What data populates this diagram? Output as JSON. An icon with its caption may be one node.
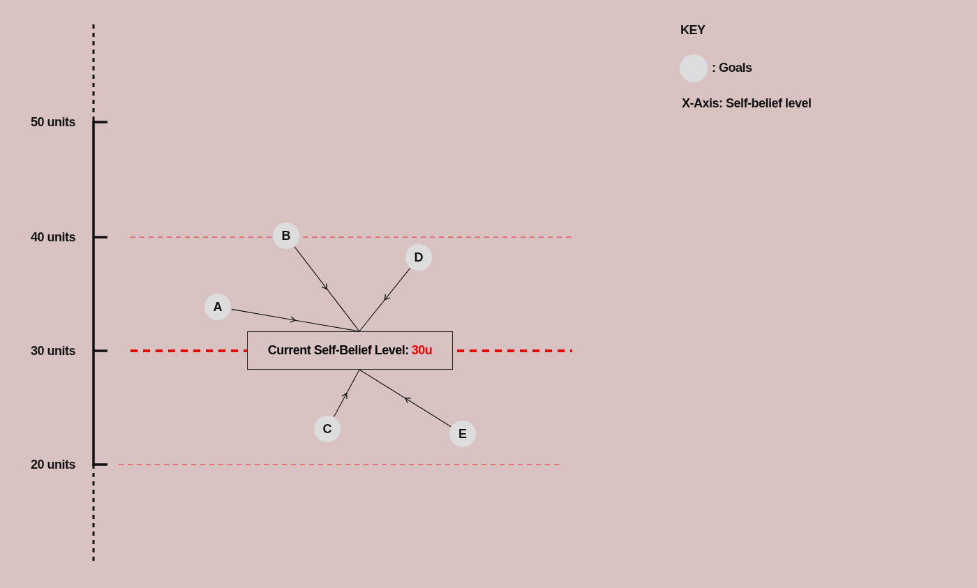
{
  "diagram": {
    "nodes": [
      {
        "text": [
          "Current Self-Belief Level:",
          "30u"
        ]
      },
      {
        "text": [
          "B"
        ]
      },
      {
        "text": [
          "D"
        ]
      },
      {
        "text": [
          "A"
        ]
      },
      {
        "text": [
          "C"
        ]
      },
      {
        "text": [
          "E"
        ]
      }
    ],
    "edges": [
      {
        "from": 1,
        "to": 0,
        "arrow": "to"
      },
      {
        "from": 2,
        "to": 0,
        "arrow": "to"
      },
      {
        "from": 3,
        "to": 0,
        "arrow": "to"
      },
      {
        "from": 4,
        "to": 0,
        "arrow": "to"
      },
      {
        "from": 5,
        "to": 0,
        "arrow": "to"
      }
    ],
    "labels": [
      "KEY",
      "X-Axis: Self-belief level",
      "50 units",
      "40 units",
      "30 units",
      "20 units"
    ],
    "legend": [
      {
        "text": ": Goals",
        "color": "#dddddd"
      }
    ]
  }
}
